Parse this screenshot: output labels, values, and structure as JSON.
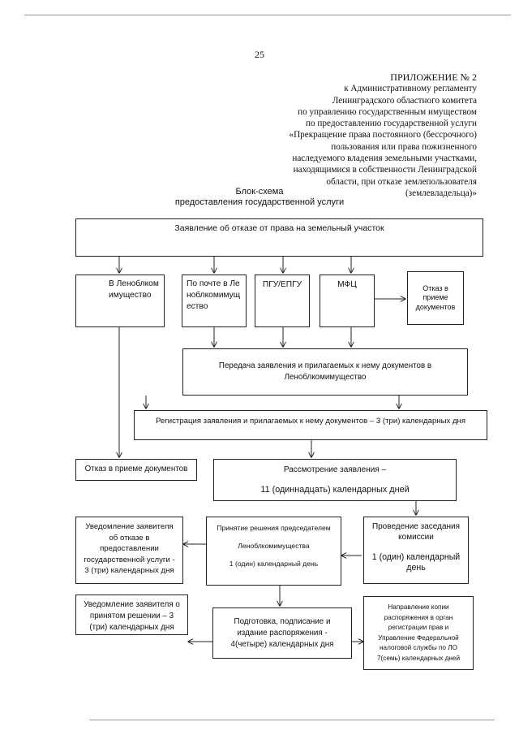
{
  "page_number": "25",
  "appendix_lines": [
    "ПРИЛОЖЕНИЕ № 2",
    "к Административному регламенту",
    "Ленинградского областного комитета",
    "по управлению государственным имуществом",
    "по предоставлению государственной услуги",
    "«Прекращение права постоянного (бессрочного)",
    "пользования или права пожизненного",
    "наследуемого владения земельными участками,",
    "находящимися в собственности Ленинградской",
    "области, при отказе землепользователя",
    "(землевладельца)»"
  ],
  "scheme_title": "Блок-схема",
  "scheme_subtitle": "предоставления государственной услуги",
  "boxes": {
    "application": "Заявление об отказе от права на земельный участок",
    "lenoblkom_direct": "В Леноблкомимущество",
    "by_mail": "По почте в Леноблкомимущество",
    "pgu": "ПГУ/ЕПГУ",
    "mfc": "МФЦ",
    "refusal_reception_right": "Отказ в приеме документов",
    "transfer": "Передача заявления и прилагаемых к нему документов в Леноблкомимущество",
    "registration": "Регистрация заявления и прилагаемых к нему документов – 3 (три) календарных дня",
    "refusal_reception_left": "Отказ в приеме документов",
    "review_line1": "Рассмотрение заявления –",
    "review_line2": "11 (одиннадцать) календарных дней",
    "notify_refusal": "Уведомление заявителя об отказе в предоставлении государственной услуги - 3 (три) календарных дня",
    "decision_line1": "Принятие решения председателем",
    "decision_line2": "Леноблкомимущества",
    "decision_line3": "1 (один) календарный день",
    "commission_line1": "Проведение заседания комиссии",
    "commission_line2": "1 (один) календарный день",
    "notify_decision": "Уведомление заявителя о принятом решении – 3 (три) календарных дня",
    "order": "Подготовка, подписание и издание распоряжения - 4(четыре) календарных дня",
    "forward": "Направление копии распоряжения в орган регистрации прав и Управление Федеральной налоговой службы по ЛО 7(семь) календарных дней"
  }
}
